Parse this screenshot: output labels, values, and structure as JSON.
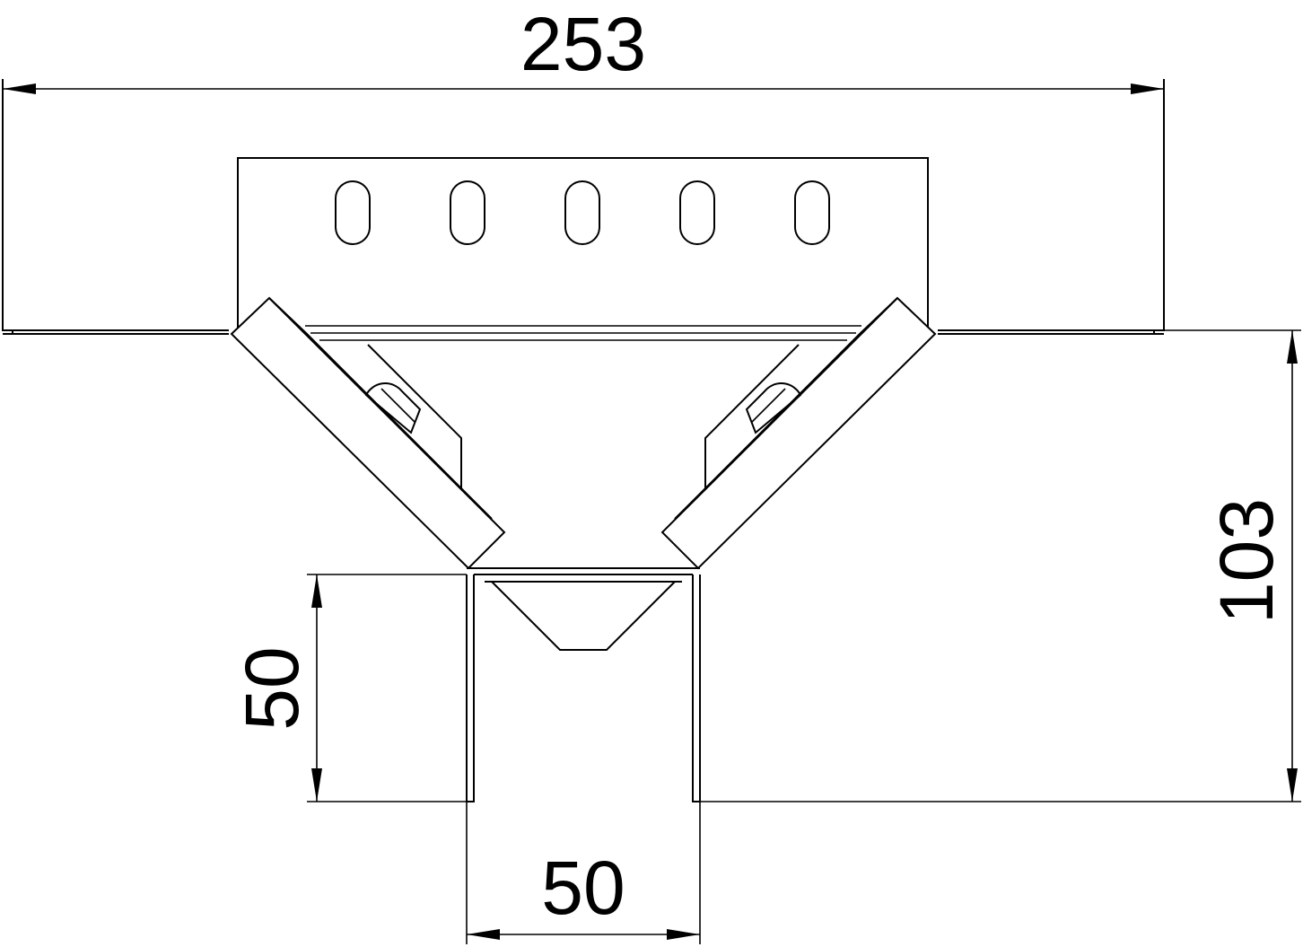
{
  "drawing": {
    "dimensions": {
      "total_width": "253",
      "height": "103",
      "branch_length": "50",
      "branch_width": "50"
    },
    "line_color": "#000000",
    "background": "#ffffff"
  }
}
